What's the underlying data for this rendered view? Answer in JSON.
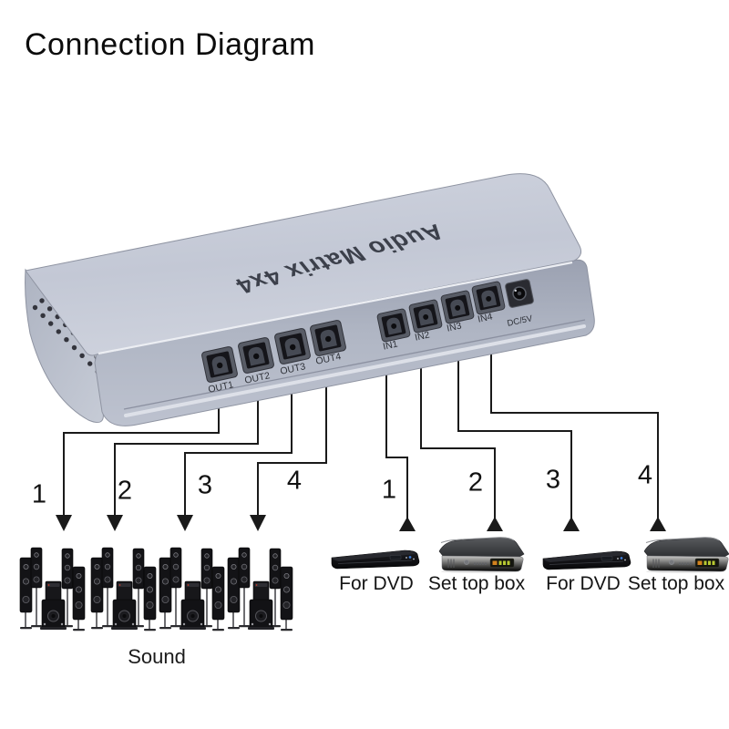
{
  "title": "Connection Diagram",
  "device": {
    "model": "Audio Matrix 4x4",
    "output_ports": [
      "OUT1",
      "OUT2",
      "OUT3",
      "OUT4"
    ],
    "input_ports": [
      "IN1",
      "IN2",
      "IN3",
      "IN4"
    ],
    "power_port": "DC/5V"
  },
  "outputs": {
    "numbers": [
      "1",
      "2",
      "3",
      "4"
    ],
    "device_label": "Sound"
  },
  "inputs": {
    "numbers": [
      "1",
      "2",
      "3",
      "4"
    ],
    "device_labels": [
      "For DVD",
      "Set top box",
      "For DVD",
      "Set top box"
    ]
  },
  "colors": {
    "background": "#ffffff",
    "line": "#1a1a1a",
    "text": "#111111",
    "chassis_top": "#c5cad6",
    "chassis_front": "#aab0bf",
    "port_dark": "#15151a",
    "stb_display_orange": "#d2821e",
    "stb_display_green": "#b7c832"
  }
}
